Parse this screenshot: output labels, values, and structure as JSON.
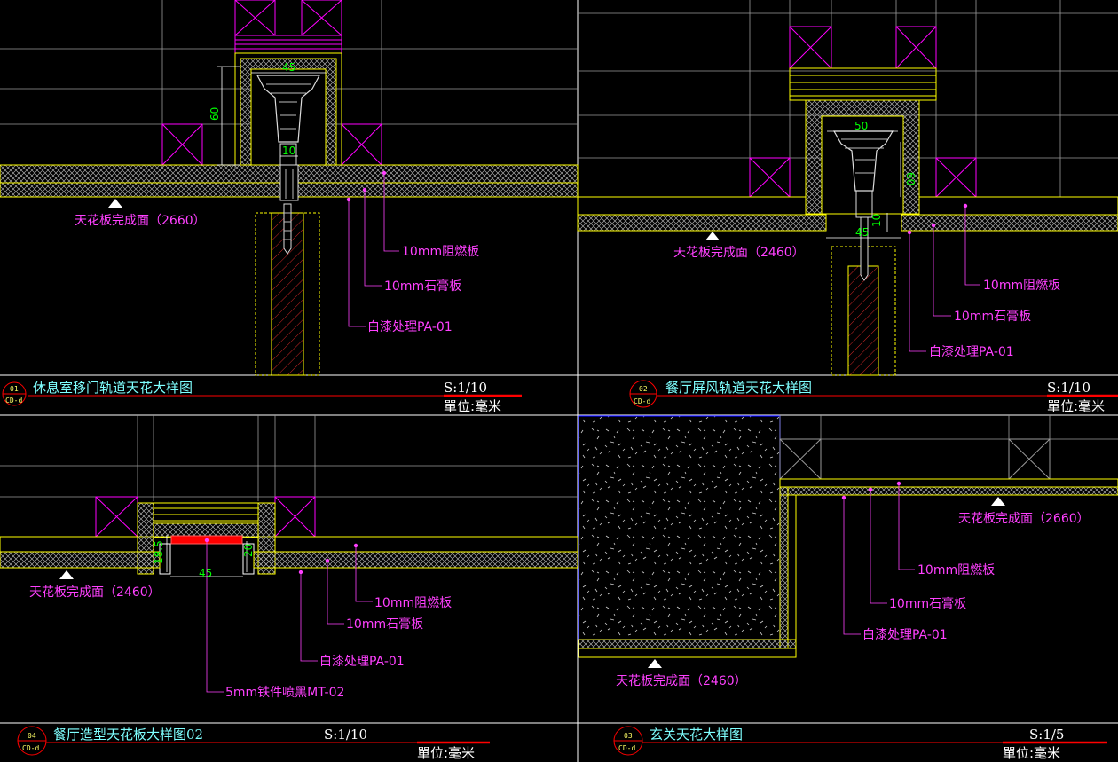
{
  "colors": {
    "background": "#000000",
    "grid": "#9a9a9a",
    "block": "#ff00ff",
    "finish": "#ffff00",
    "label": "#ff40ff",
    "dimension": "#00ff00",
    "title": "#7fffff",
    "underline": "#ff0000"
  },
  "panels": [
    {
      "id": "p1",
      "tag_number": "01",
      "tag_code": "CD-d",
      "title": "休息室移门轨道天花大样图",
      "scale": "S:1/10",
      "unit": "單位:毫米",
      "ceiling_finish": "天花板完成面（2660）",
      "dims": [
        "45",
        "60",
        "10"
      ],
      "callouts": [
        "10mm阻燃板",
        "10mm石膏板",
        "白漆处理PA-01"
      ]
    },
    {
      "id": "p2",
      "tag_number": "02",
      "tag_code": "CD-d",
      "title": "餐厅屏风轨道天花大样图",
      "scale": "S:1/10",
      "unit": "單位:毫米",
      "ceiling_finish": "天花板完成面（2460）",
      "dims": [
        "50",
        "60",
        "10",
        "45"
      ],
      "callouts": [
        "10mm阻燃板",
        "10mm石膏板",
        "白漆处理PA-01"
      ]
    },
    {
      "id": "p3",
      "tag_number": "04",
      "tag_code": "CD-d",
      "title": "餐厅造型天花板大样图02",
      "scale": "S:1/10",
      "unit": "單位:毫米",
      "ceiling_finish": "天花板完成面（2460）",
      "dims": [
        "45",
        "18.5",
        "20"
      ],
      "callouts": [
        "10mm阻燃板",
        "10mm石膏板",
        "白漆处理PA-01",
        "5mm铁件喷黑MT-02"
      ]
    },
    {
      "id": "p4",
      "tag_number": "03",
      "tag_code": "CD-d",
      "title": "玄关天花大样图",
      "scale": "S:1/5",
      "unit": "單位:毫米",
      "ceiling_finish_top": "天花板完成面（2660）",
      "ceiling_finish_bottom": "天花板完成面（2460）",
      "callouts": [
        "10mm阻燃板",
        "10mm石膏板",
        "白漆处理PA-01"
      ]
    }
  ]
}
